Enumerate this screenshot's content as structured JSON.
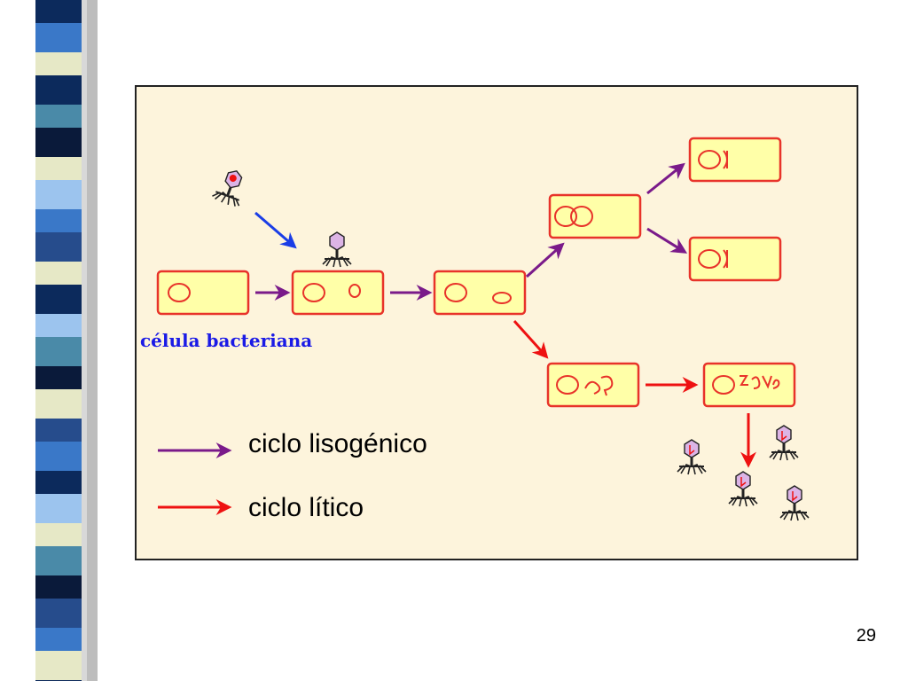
{
  "slide": {
    "page_number": "29"
  },
  "diagram": {
    "cell_label": "célula bacteriana",
    "legend": [
      {
        "label": "ciclo lisogénico",
        "color": "#7a1a8a"
      },
      {
        "label": "ciclo lítico",
        "color": "#ee1111"
      }
    ]
  },
  "colors": {
    "cell_fill": "#ffffa8",
    "cell_border": "#e8332a",
    "phage_head": "#dcb4e6",
    "infecting_arrow": "#1a3de6",
    "panel_background": "#fdf4dc"
  },
  "side_strip": {
    "palette": [
      "#0c2a5c",
      "#3a78c8",
      "#e6e8c6",
      "#4a8aa8",
      "#0a1a3a",
      "#9cc4ee",
      "#264c8c"
    ]
  }
}
